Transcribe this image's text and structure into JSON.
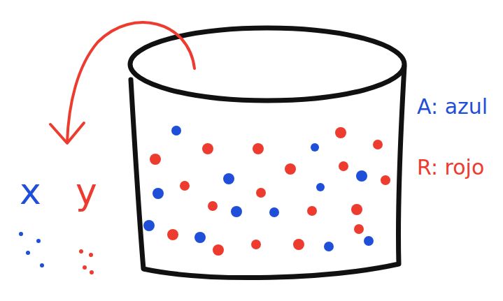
{
  "diagram": {
    "labels": [
      "x",
      "y",
      "A: azul",
      "R: rojo"
    ]
  }
}
